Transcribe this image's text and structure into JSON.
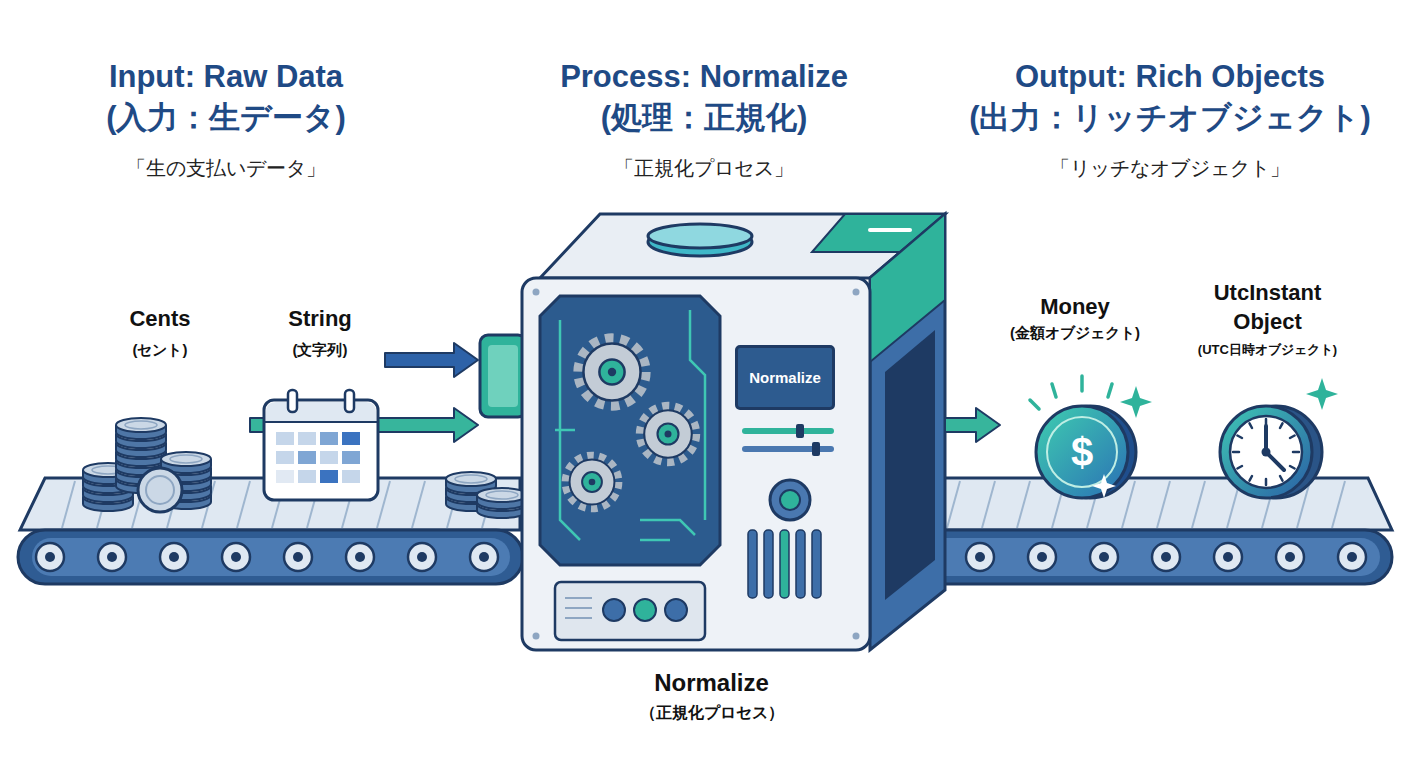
{
  "diagram": {
    "nodes": [
      {
        "text": [
          "Cents",
          "(セント)"
        ]
      },
      {
        "text": [
          "String",
          "(文字列)"
        ]
      },
      {
        "text": [
          "Normalize",
          "（正規化プロセス）"
        ]
      },
      {
        "text": [
          "Normalize"
        ],
        "in": 2
      },
      {
        "text": [
          "Money",
          "(金額オブジェクト)"
        ]
      },
      {
        "text": [
          "UtcInstant Object",
          "(UTC日時オブジェクト)"
        ]
      }
    ],
    "edges": [
      {
        "from": 0,
        "to": 2,
        "arrow": "to"
      },
      {
        "from": 1,
        "to": 2,
        "arrow": "to"
      },
      {
        "from": 2,
        "to": 4,
        "arrow": "to"
      }
    ],
    "labels": [
      "Input: Raw Data",
      "(入力：生データ)",
      "「生の支払いデータ」",
      "Process: Normalize",
      "(処理：正規化)",
      "「正規化プロセス」",
      "Output: Rich Objects",
      "(出力：リッチオブジェクト)",
      "「リッチなオブジェクト」",
      "$"
    ]
  }
}
